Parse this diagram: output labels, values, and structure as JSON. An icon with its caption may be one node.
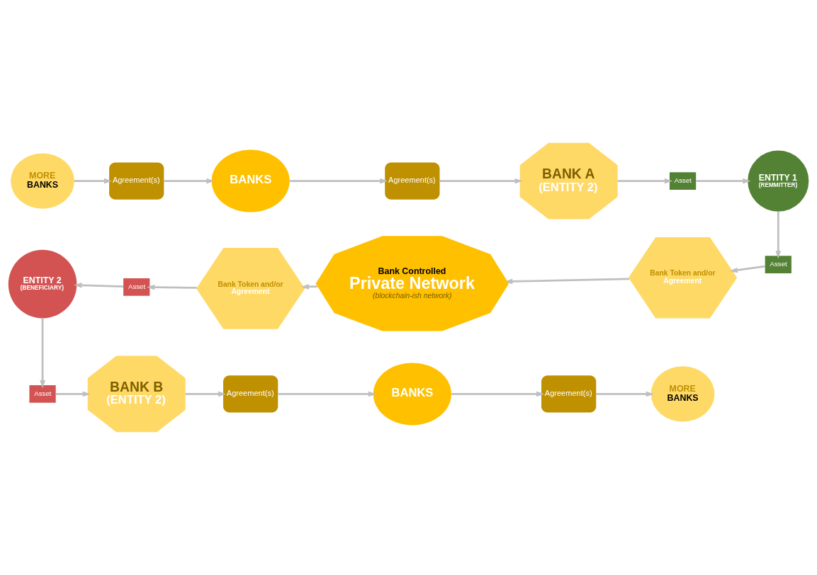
{
  "diagram": {
    "nodes": [
      {
        "text": [
          "MORE",
          "BANKS"
        ]
      },
      {
        "text": [
          "Agreement(s)"
        ]
      },
      {
        "text": [
          "BANKS"
        ]
      },
      {
        "text": [
          "Agreement(s)"
        ]
      },
      {
        "text": [
          "BANK A",
          "(ENTITY 2)"
        ]
      },
      {
        "text": [
          "Asset"
        ]
      },
      {
        "text": [
          "ENTITY 1",
          "(REMMITTER)"
        ]
      },
      {
        "text": [
          "ENTITY 2",
          "(BENEFICIARY)"
        ]
      },
      {
        "text": [
          "Asset"
        ]
      },
      {
        "text": [
          "Bank Token and/or",
          "Agreement"
        ]
      },
      {
        "text": [
          "Bank Controlled",
          "Private Network",
          "(blockchain-ish network)"
        ]
      },
      {
        "text": [
          "Bank Token and/or",
          "Agreement"
        ]
      },
      {
        "text": [
          "Asset"
        ]
      },
      {
        "text": [
          "Asset"
        ]
      },
      {
        "text": [
          "BANK B",
          "(ENTITY 2)"
        ]
      },
      {
        "text": [
          "Agreement(s)"
        ]
      },
      {
        "text": [
          "BANKS"
        ]
      },
      {
        "text": [
          "Agreement(s)"
        ]
      },
      {
        "text": [
          "MORE",
          "BANKS"
        ]
      }
    ],
    "edges": [
      {
        "from": 0,
        "to": 1,
        "arrow": "to"
      },
      {
        "from": 1,
        "to": 2,
        "arrow": "to"
      },
      {
        "from": 2,
        "to": 3,
        "arrow": "to"
      },
      {
        "from": 3,
        "to": 4,
        "arrow": "to"
      },
      {
        "from": 4,
        "to": 5,
        "arrow": "to"
      },
      {
        "from": 5,
        "to": 6,
        "arrow": "to"
      },
      {
        "from": 6,
        "to": 12,
        "arrow": "to"
      },
      {
        "from": 12,
        "to": 11,
        "arrow": "to"
      },
      {
        "from": 11,
        "to": 10,
        "arrow": "to"
      },
      {
        "from": 10,
        "to": 9,
        "arrow": "to"
      },
      {
        "from": 9,
        "to": 8,
        "arrow": "to"
      },
      {
        "from": 8,
        "to": 7,
        "arrow": "to"
      },
      {
        "from": 7,
        "to": 13,
        "arrow": "to"
      },
      {
        "from": 13,
        "to": 14,
        "arrow": "to"
      },
      {
        "from": 14,
        "to": 15,
        "arrow": "to"
      },
      {
        "from": 15,
        "to": 16,
        "arrow": "to"
      },
      {
        "from": 16,
        "to": 17,
        "arrow": "to"
      },
      {
        "from": 17,
        "to": 18,
        "arrow": "to"
      }
    ]
  }
}
